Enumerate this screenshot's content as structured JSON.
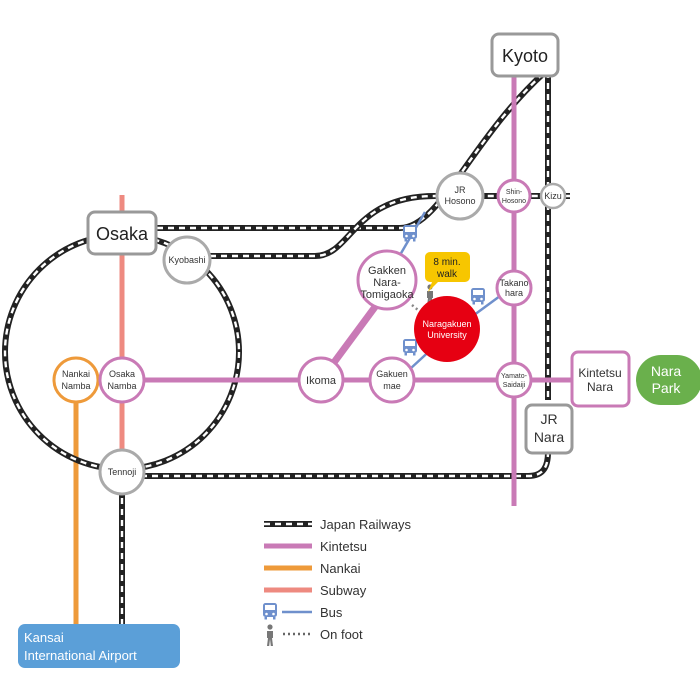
{
  "colors": {
    "jr": "#222222",
    "kintetsu": "#c97ab6",
    "nankai": "#ee9a3a",
    "subway": "#ee8a80",
    "bus": "#6f90cc",
    "university": "#e60012",
    "park": "#6ab04c",
    "airport": "#5b9fd8",
    "callout": "#f7c600"
  },
  "major_stations": {
    "kyoto": "Kyoto",
    "osaka": "Osaka",
    "jr_nara": [
      "JR",
      "Nara"
    ],
    "kintetsu_nara": [
      "Kintetsu",
      "Nara"
    ]
  },
  "stations": {
    "jr_hosono": [
      "JR",
      "Hosono"
    ],
    "shin_hosono": [
      "Shin-",
      "Hosono"
    ],
    "kizu": "Kizu",
    "kyobashi": "Kyobashi",
    "gakken": [
      "Gakken",
      "Nara-",
      "Tomigaoka"
    ],
    "takanohara": [
      "Takano",
      "hara"
    ],
    "nankai_namba": [
      "Nankai",
      "Namba"
    ],
    "osaka_namba": [
      "Osaka",
      "Namba"
    ],
    "ikoma": "Ikoma",
    "gakuenmae": [
      "Gakuen",
      "mae"
    ],
    "yamato_saidaiji": [
      "Yamato-",
      "Saidaiji"
    ],
    "tennoji": "Tennoji"
  },
  "destinations": {
    "university": [
      "Naragakuen",
      "University"
    ],
    "nara_park": [
      "Nara",
      "Park"
    ],
    "airport": [
      "Kansai",
      "International Airport"
    ]
  },
  "walk_callout": [
    "8 min.",
    "walk"
  ],
  "legend": [
    {
      "key": "jr",
      "label": "Japan Railways"
    },
    {
      "key": "kintetsu",
      "label": "Kintetsu"
    },
    {
      "key": "nankai",
      "label": "Nankai"
    },
    {
      "key": "subway",
      "label": "Subway"
    },
    {
      "key": "bus",
      "label": "Bus"
    },
    {
      "key": "foot",
      "label": "On foot"
    }
  ]
}
